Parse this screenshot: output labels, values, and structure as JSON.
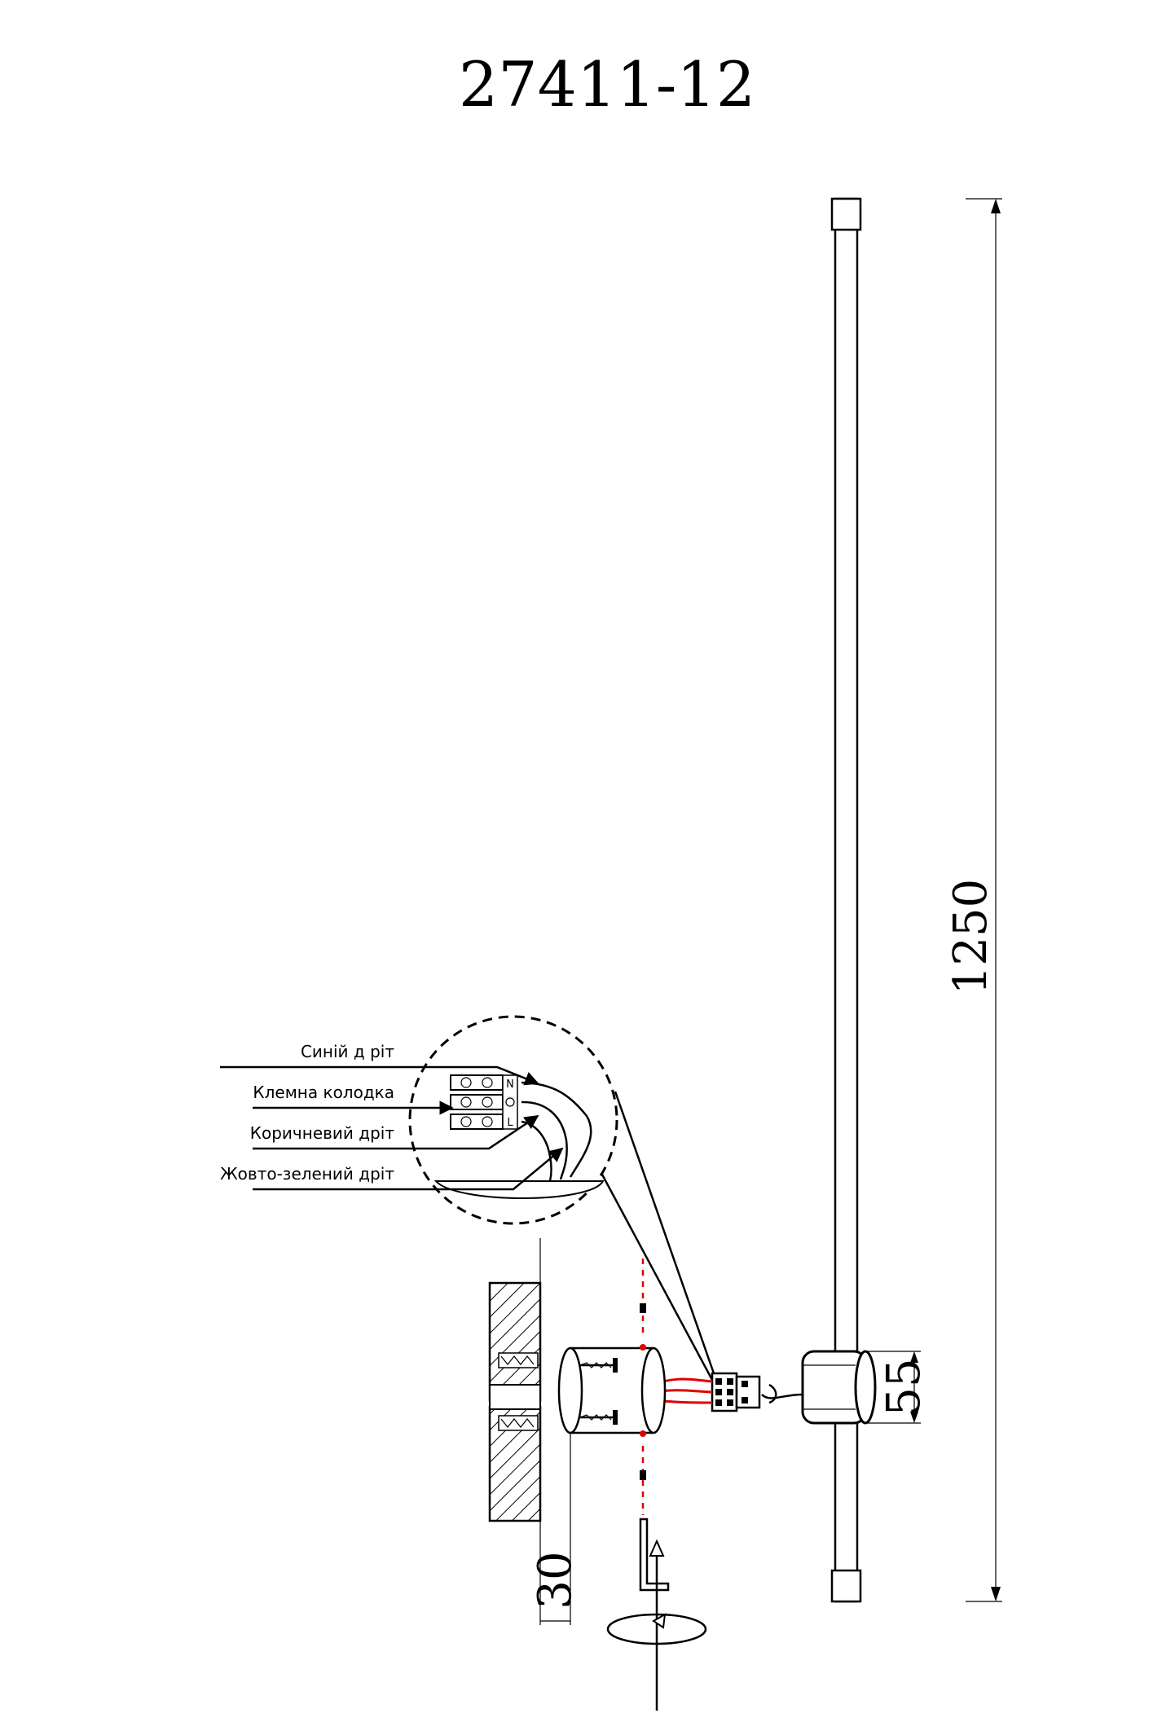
{
  "title": "27411-12",
  "dimensions": {
    "length": "1250",
    "base_diameter": "55",
    "mount_depth": "30"
  },
  "wiring_labels": {
    "blue_wire": "Синій д ріт",
    "terminal_block": "Клемна колодка",
    "brown_wire": "Коричневий дріт",
    "ground_wire": "Жовто-зелений дріт"
  },
  "terminal_marks": {
    "neutral": "N",
    "live": "L"
  }
}
